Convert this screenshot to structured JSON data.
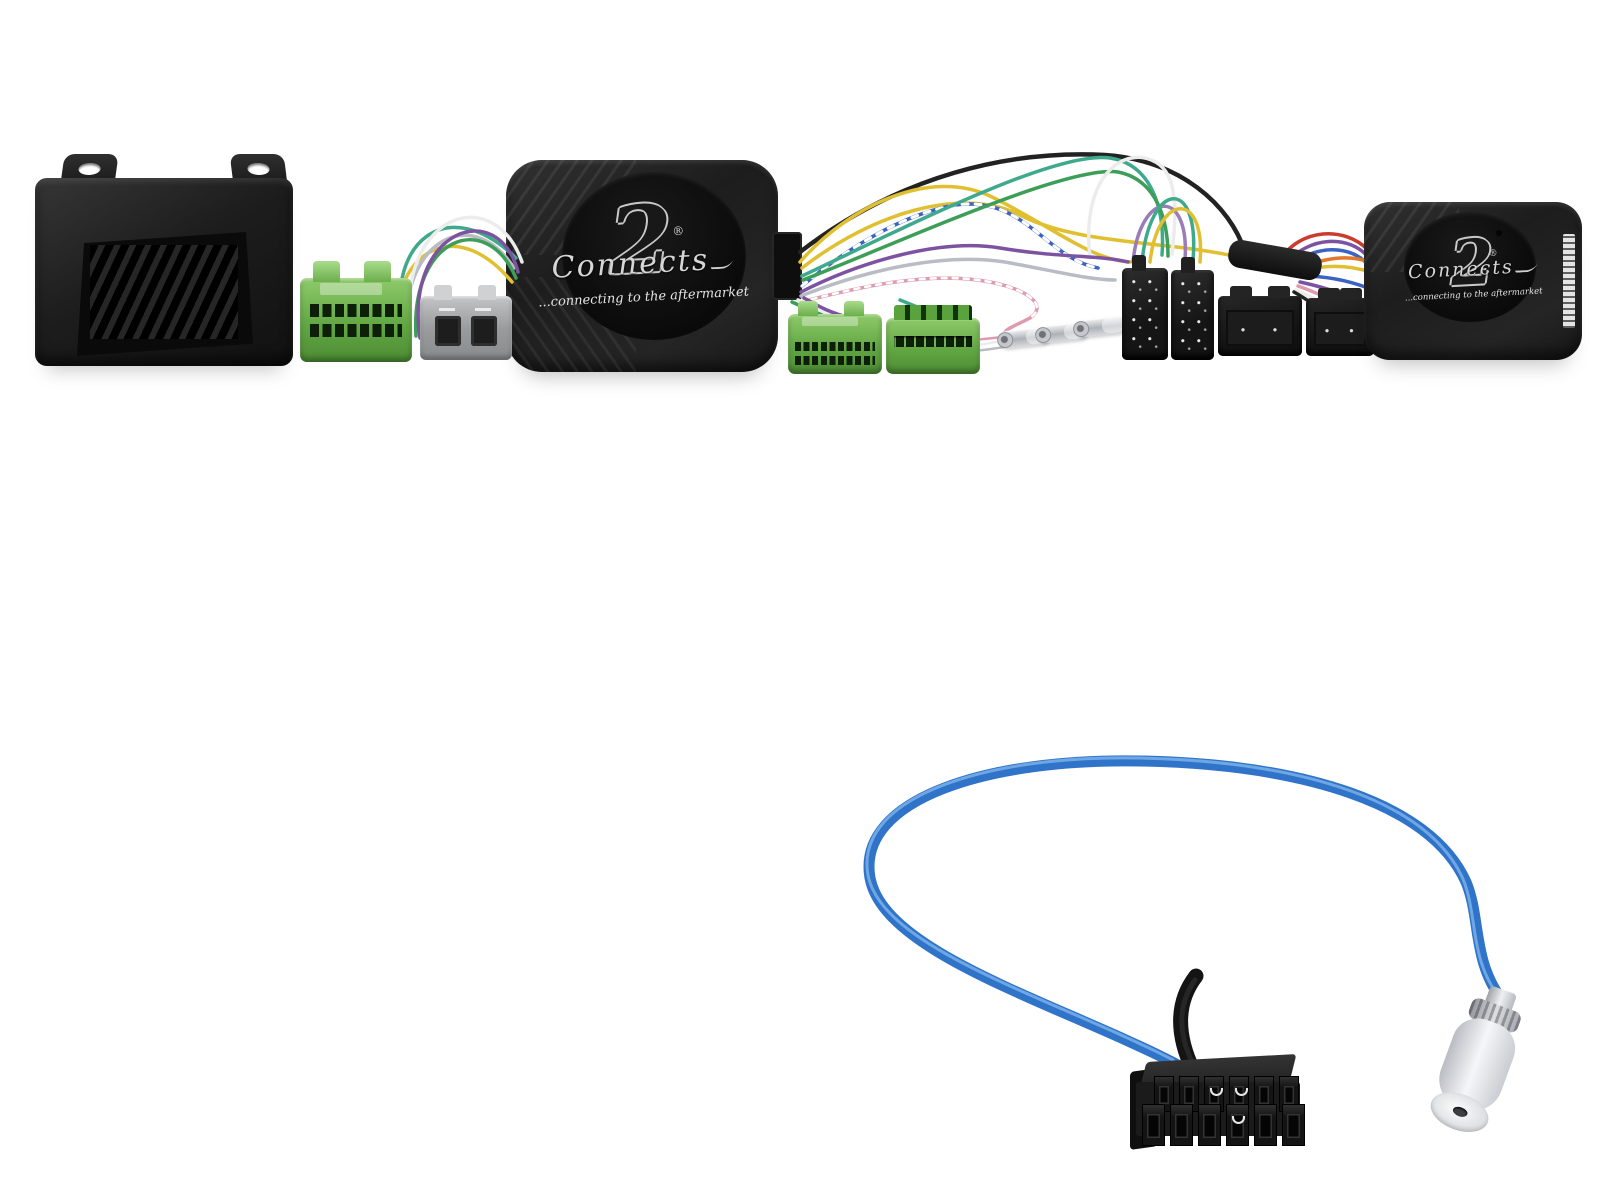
{
  "product": {
    "branding": {
      "name_script": "Connects",
      "numeral": "2",
      "registered": "®",
      "tagline": "...connecting to the aftermarket"
    }
  },
  "palette": {
    "background": "#ffffff",
    "plastic_black": "#1f1f1f",
    "connector_green": "#63a844",
    "connector_grey": "#9b9c9e",
    "antenna_cable_blue": "#2f74c8",
    "terminal_silver": "#d6d8db",
    "logo_silver": "#d6d6d6"
  },
  "wire_colors": [
    "#e0c030",
    "#3b63c4",
    "#ececec",
    "#7c52a1",
    "#3fa98c",
    "#3c9e57",
    "#e09aae",
    "#b9bcc4",
    "#222222",
    "#e07a2a",
    "#cc3b2f"
  ],
  "components": {
    "control_box": "black box with mounting tabs",
    "interface_box_large": "Connects2 interface box",
    "interface_box_small": "Connects2 interface box",
    "green_connector_a": "green 16-way connector",
    "green_connector_b": "green 20-way connector",
    "green_connector_c": "green edge connector",
    "grey_connector": "grey 2-way connector",
    "iso_connector_a": "black ISO connector",
    "iso_connector_b": "black ISO connector",
    "mini_connector_a": "black power connector",
    "mini_connector_b": "black power connector",
    "bullet_terminals": "3 crimp bullet terminals",
    "loom": "multicolour wiring loom",
    "antenna_lead": "blue antenna adapter lead",
    "molex_plug": "black 12-pin plug",
    "antenna_plug": "silver DIN antenna plug"
  }
}
